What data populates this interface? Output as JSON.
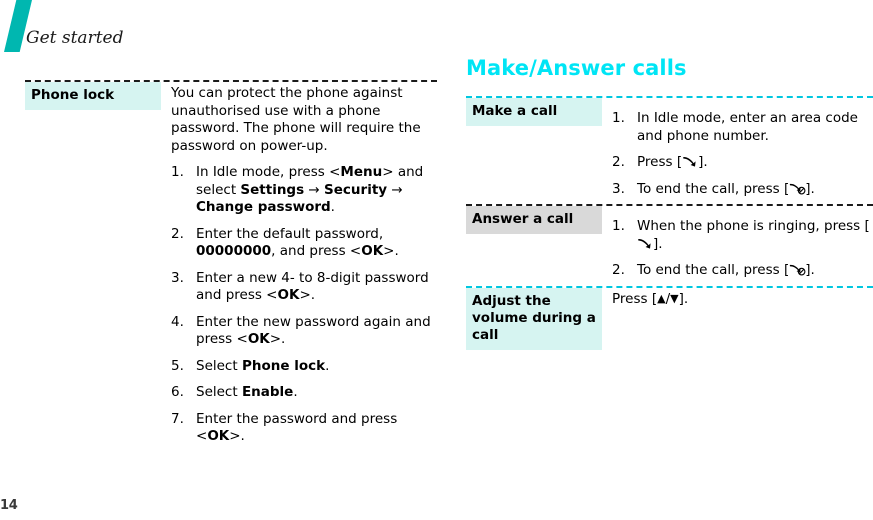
{
  "page": {
    "running_head": "Get started",
    "page_number": "14"
  },
  "colors": {
    "accent_slash": "#00b7b0",
    "section_title": "#00e5f5",
    "term_highlight_cyan": "#d6f4f1",
    "term_highlight_gray": "#d9d9d9",
    "rule_dark": "#1b1b1b",
    "rule_cyan": "#00c8e0"
  },
  "left_column": {
    "rows": [
      {
        "term": "Phone lock",
        "term_style": "cyan",
        "rule_style": "dark",
        "intro": "You can protect the phone against unauthorised use with a phone password. The phone will require the password on power-up.",
        "steps": [
          {
            "num": "1.",
            "parts": [
              {
                "t": "In Idle mode, press <"
              },
              {
                "t": "Menu",
                "b": true
              },
              {
                "t": "> and select "
              },
              {
                "t": "Settings",
                "b": true
              },
              {
                "t": " → "
              },
              {
                "t": "Security",
                "b": true
              },
              {
                "t": " → "
              },
              {
                "t": "Change password",
                "b": true
              },
              {
                "t": "."
              }
            ]
          },
          {
            "num": "2.",
            "parts": [
              {
                "t": "Enter the default password, "
              },
              {
                "t": "00000000",
                "b": true
              },
              {
                "t": ", and press <"
              },
              {
                "t": "OK",
                "b": true
              },
              {
                "t": ">."
              }
            ]
          },
          {
            "num": "3.",
            "parts": [
              {
                "t": "Enter a new 4- to 8-digit password and press <"
              },
              {
                "t": "OK",
                "b": true
              },
              {
                "t": ">."
              }
            ]
          },
          {
            "num": "4.",
            "parts": [
              {
                "t": "Enter the new password again and press <"
              },
              {
                "t": "OK",
                "b": true
              },
              {
                "t": ">."
              }
            ]
          },
          {
            "num": "5.",
            "parts": [
              {
                "t": "Select "
              },
              {
                "t": "Phone lock",
                "b": true
              },
              {
                "t": "."
              }
            ]
          },
          {
            "num": "6.",
            "parts": [
              {
                "t": "Select "
              },
              {
                "t": "Enable",
                "b": true
              },
              {
                "t": "."
              }
            ]
          },
          {
            "num": "7.",
            "parts": [
              {
                "t": "Enter the password and press <"
              },
              {
                "t": "OK",
                "b": true
              },
              {
                "t": ">."
              }
            ]
          }
        ]
      }
    ]
  },
  "right_column": {
    "section_title": "Make/Answer calls",
    "rows": [
      {
        "term": "Make a call",
        "term_style": "cyan",
        "rule_style": "cyan",
        "steps": [
          {
            "num": "1.",
            "parts": [
              {
                "t": "In Idle mode, enter an area code and phone number."
              }
            ]
          },
          {
            "num": "2.",
            "parts": [
              {
                "t": "Press ["
              },
              {
                "icon": "call-key-icon"
              },
              {
                "t": "]."
              }
            ]
          },
          {
            "num": "3.",
            "parts": [
              {
                "t": "To end the call, press ["
              },
              {
                "icon": "end-call-key-icon"
              },
              {
                "t": "]."
              }
            ]
          }
        ]
      },
      {
        "term": "Answer a call",
        "term_style": "gray",
        "rule_style": "dark",
        "steps": [
          {
            "num": "1.",
            "parts": [
              {
                "t": "When the phone is ringing, press ["
              },
              {
                "icon": "call-key-icon"
              },
              {
                "t": "]."
              }
            ]
          },
          {
            "num": "2.",
            "parts": [
              {
                "t": "To end the call, press ["
              },
              {
                "icon": "end-call-key-icon"
              },
              {
                "t": "]."
              }
            ]
          }
        ]
      },
      {
        "term": "Adjust the volume during a call",
        "term_style": "cyan",
        "rule_style": "cyan",
        "intro_parts": [
          {
            "t": "Press ["
          },
          {
            "icon": "volume-up-arrow-icon"
          },
          {
            "t": "/"
          },
          {
            "icon": "volume-down-arrow-icon"
          },
          {
            "t": "]."
          }
        ]
      }
    ]
  }
}
